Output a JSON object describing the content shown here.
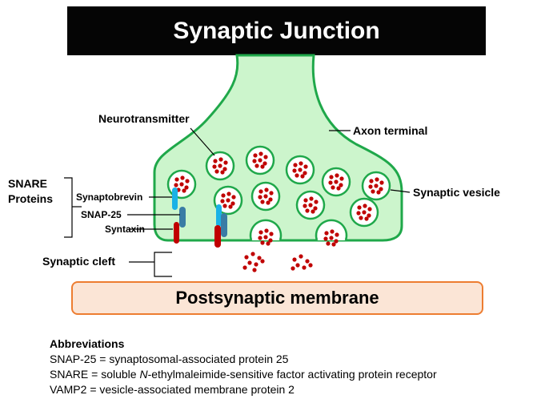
{
  "title": "Synaptic Junction",
  "labels": {
    "neurotransmitter": "Neurotransmitter",
    "axon_terminal": "Axon terminal",
    "snare_line1": "SNARE",
    "snare_line2": "Proteins",
    "synaptobrevin": "Synaptobrevin",
    "snap25": "SNAP-25",
    "syntaxin": "Syntaxin",
    "synaptic_vesicle": "Synaptic vesicle",
    "synaptic_cleft": "Synaptic cleft"
  },
  "postsynaptic": "Postsynaptic membrane",
  "abbreviations": {
    "heading": "Abbreviations",
    "snap25_line": "SNAP-25 = synaptosomal-associated protein 25",
    "snare_prefix": "SNARE = soluble ",
    "snare_italic": "N",
    "snare_suffix": "-ethylmaleimide-sensitive factor activating protein receptor",
    "vamp2_line": "VAMP2 = vesicle-associated membrane protein 2"
  },
  "colors": {
    "terminal_fill": "#ccf5cc",
    "terminal_stroke": "#1fa84a",
    "dot": "#c00000",
    "synaptobrevin": "#1ab2e6",
    "snap25": "#3a7ca5",
    "syntaxin": "#c00000",
    "postsynaptic_fill": "#fbe5d6",
    "postsynaptic_stroke": "#ed7d31"
  }
}
